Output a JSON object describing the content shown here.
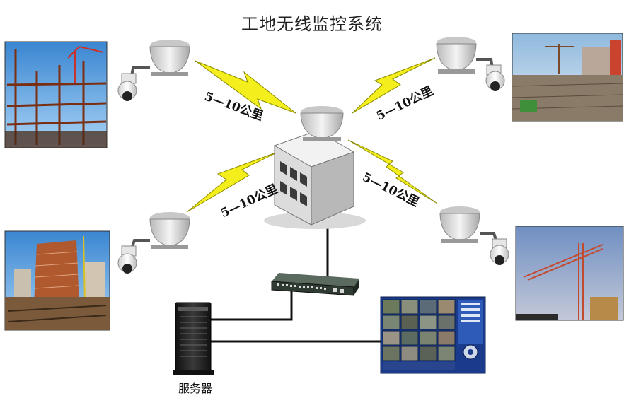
{
  "title": "工地无线监控系统",
  "distance_label": "5—10公里",
  "server_label": "服务器",
  "colors": {
    "lightning": "#f4ee1c",
    "lightning_outline": "#8a8a00",
    "cable": "#111111",
    "building": "#e6e6e6",
    "monitor_frame": "#1a3b8c"
  },
  "icons": [
    "antenna-icon",
    "ptz-camera-icon",
    "building-icon",
    "switch-icon",
    "server-icon",
    "monitor-icon",
    "photo-thumbnail"
  ]
}
